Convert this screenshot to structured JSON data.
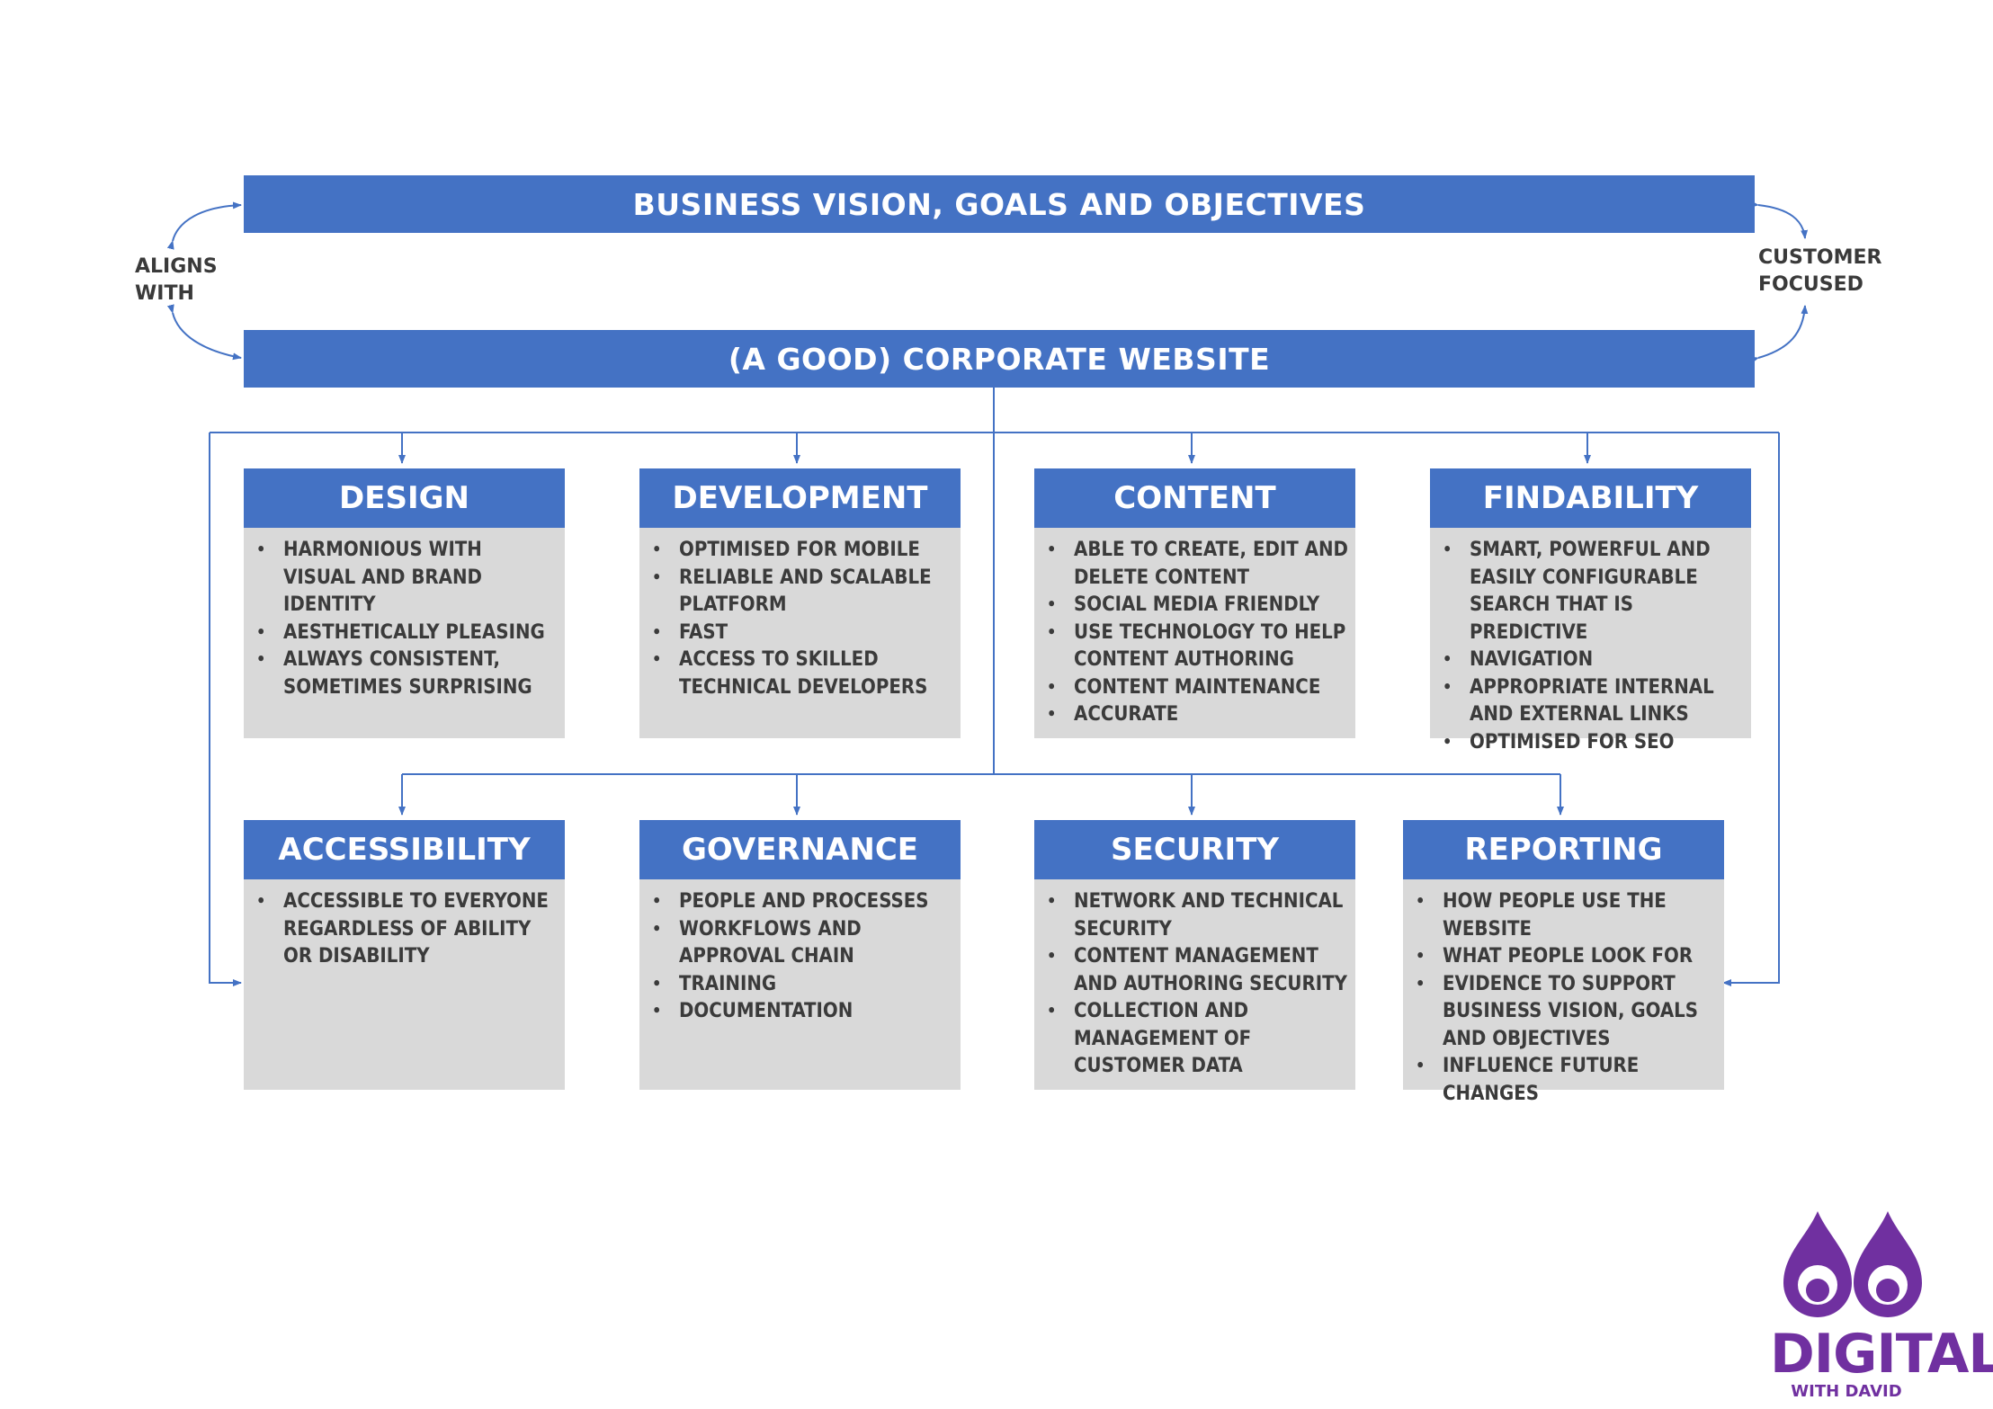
{
  "diagram": {
    "top_banner": "BUSINESS VISION, GOALS AND OBJECTIVES",
    "website_banner": "(A GOOD) CORPORATE WEBSITE",
    "left_loop_label": [
      "ALIGNS",
      "WITH"
    ],
    "right_loop_label": [
      "CUSTOMER",
      "FOCUSED"
    ],
    "line_color": "#4472c4",
    "header_color": "#4472c4",
    "card_body_color": "#d9d9d9",
    "cards": [
      {
        "title": "DESIGN",
        "items": [
          "HARMONIOUS WITH VISUAL AND BRAND IDENTITY",
          "AESTHETICALLY PLEASING",
          "ALWAYS CONSISTENT, SOMETIMES SURPRISING"
        ]
      },
      {
        "title": "DEVELOPMENT",
        "items": [
          "OPTIMISED FOR MOBILE",
          "RELIABLE AND SCALABLE PLATFORM",
          "FAST",
          "ACCESS TO SKILLED TECHNICAL DEVELOPERS"
        ]
      },
      {
        "title": "CONTENT",
        "items": [
          "ABLE TO CREATE, EDIT AND DELETE CONTENT",
          "SOCIAL MEDIA FRIENDLY",
          "USE TECHNOLOGY TO HELP CONTENT AUTHORING",
          "CONTENT MAINTENANCE",
          "ACCURATE"
        ]
      },
      {
        "title": "FINDABILITY",
        "items": [
          "SMART, POWERFUL AND EASILY CONFIGURABLE SEARCH THAT IS PREDICTIVE",
          "NAVIGATION",
          "APPROPRIATE INTERNAL AND EXTERNAL LINKS",
          "OPTIMISED FOR SEO"
        ]
      },
      {
        "title": "ACCESSIBILITY",
        "items": [
          "ACCESSIBLE TO EVERYONE REGARDLESS OF ABILITY OR DISABILITY"
        ]
      },
      {
        "title": "GOVERNANCE",
        "items": [
          "PEOPLE AND PROCESSES",
          "WORKFLOWS AND APPROVAL CHAIN",
          "TRAINING",
          "DOCUMENTATION"
        ]
      },
      {
        "title": "SECURITY",
        "items": [
          "NETWORK AND TECHNICAL SECURITY",
          "CONTENT MANAGEMENT AND AUTHORING SECURITY",
          "COLLECTION AND MANAGEMENT OF CUSTOMER DATA"
        ]
      },
      {
        "title": "REPORTING",
        "items": [
          "HOW PEOPLE USE THE WEBSITE",
          "WHAT PEOPLE LOOK FOR",
          "EVIDENCE TO SUPPORT BUSINESS VISION, GOALS AND OBJECTIVES",
          "INFLUENCE FUTURE CHANGES"
        ]
      }
    ]
  },
  "logo": {
    "word": "DIGITAL",
    "sub": "WITH DAVID",
    "color": "#7030a0"
  }
}
